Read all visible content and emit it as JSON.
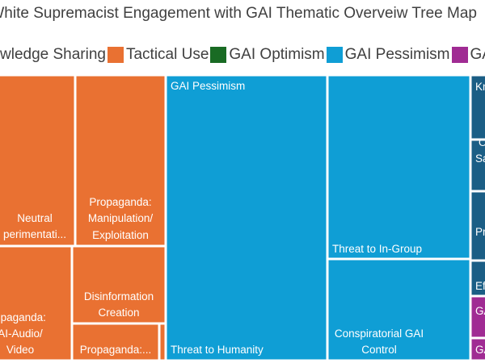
{
  "chart_data": {
    "type": "treemap",
    "title": "White Supremacist Engagement with GAI Thematic Overveiw Tree Map",
    "legend": {
      "placement": "top",
      "entries": [
        {
          "name": "Knowledge Sharing",
          "shown_text": "wledge Sharing",
          "color": "#1b5e85"
        },
        {
          "name": "Tactical Use",
          "shown_text": "Tactical Use",
          "color": "#e97132"
        },
        {
          "name": "GAI Optimism",
          "shown_text": "GAI Optimism",
          "color": "#196b24"
        },
        {
          "name": "GAI Pessimism",
          "shown_text": "GAI Pessimism",
          "color": "#0f9ed5"
        },
        {
          "name": "GAI",
          "shown_text": "GAI",
          "color": "#a02b93"
        }
      ]
    },
    "tiles": [
      {
        "group": "Tactical Use",
        "label": "Neutral\nExperimentati...",
        "shown_text": "Neutral\nperimentati...",
        "value": 18.4
      },
      {
        "group": "Tactical Use",
        "label": "Propaganda: AI-Audio/\nVideo",
        "shown_text": "opaganda:\nAI-Audio/\nVideo",
        "value": 14.3
      },
      {
        "group": "Tactical Use",
        "label": "Propaganda:\nManipulation/\nExploitation",
        "value": 12.7
      },
      {
        "group": "Tactical Use",
        "label": "Disinformation\nCreation",
        "value": 5.6
      },
      {
        "group": "Tactical Use",
        "label": "Propaganda:...",
        "value": 4.0
      },
      {
        "group": "Tactical Use",
        "label": "",
        "value": 0.3
      },
      {
        "group": "GAI Pessimism",
        "label": "Threat to Humanity",
        "header": "GAI Pessimism",
        "value": 57.4
      },
      {
        "group": "GAI Pessimism",
        "label": "Threat to In-Group",
        "value": 31.8
      },
      {
        "group": "GAI Pessimism",
        "label": "Conspiratorial GAI\nControl",
        "value": 19.0
      },
      {
        "group": "Knowledge Sharing",
        "label": "Kn",
        "value": 4.0
      },
      {
        "group": "Knowledge Sharing",
        "label": "O\nSa",
        "value": 3.0
      },
      {
        "group": "Knowledge Sharing",
        "label": "Pr",
        "value": 3.5
      },
      {
        "group": "Knowledge Sharing",
        "label": "Ef",
        "value": 1.5
      },
      {
        "group": "GAI",
        "label": "GA",
        "value": 1.4
      },
      {
        "group": "GAI",
        "label": "GA",
        "value": 1.2
      }
    ]
  }
}
